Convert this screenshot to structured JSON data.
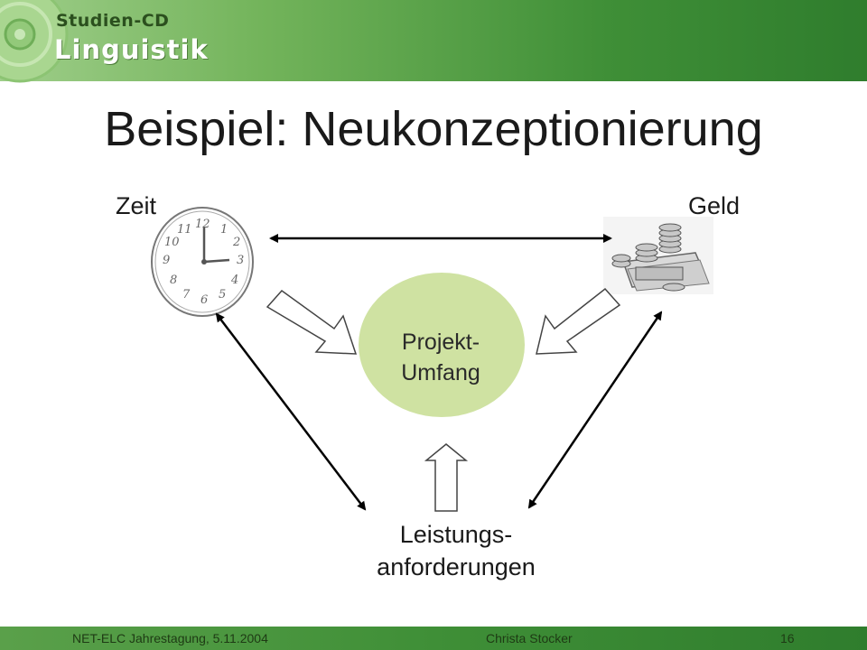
{
  "header": {
    "logo_top": "Studien-CD",
    "logo_main": "Linguistik",
    "colors": {
      "header_green": "#3f8f37",
      "circle_green": "#cfe2a2"
    }
  },
  "slide": {
    "title": "Beispiel: Neukonzeptionierung"
  },
  "diagram": {
    "nodes": {
      "zeit": "Zeit",
      "geld": "Geld",
      "center_line1": "Projekt-",
      "center_line2": "Umfang",
      "leistung_line1": "Leistungs-",
      "leistung_line2": "anforderungen"
    },
    "icons": {
      "zeit": "clock-icon",
      "geld": "money-stack-icon"
    }
  },
  "footer": {
    "event": "NET-ELC Jahrestagung, 5.11.2004",
    "author": "Christa Stocker",
    "page": "16"
  }
}
